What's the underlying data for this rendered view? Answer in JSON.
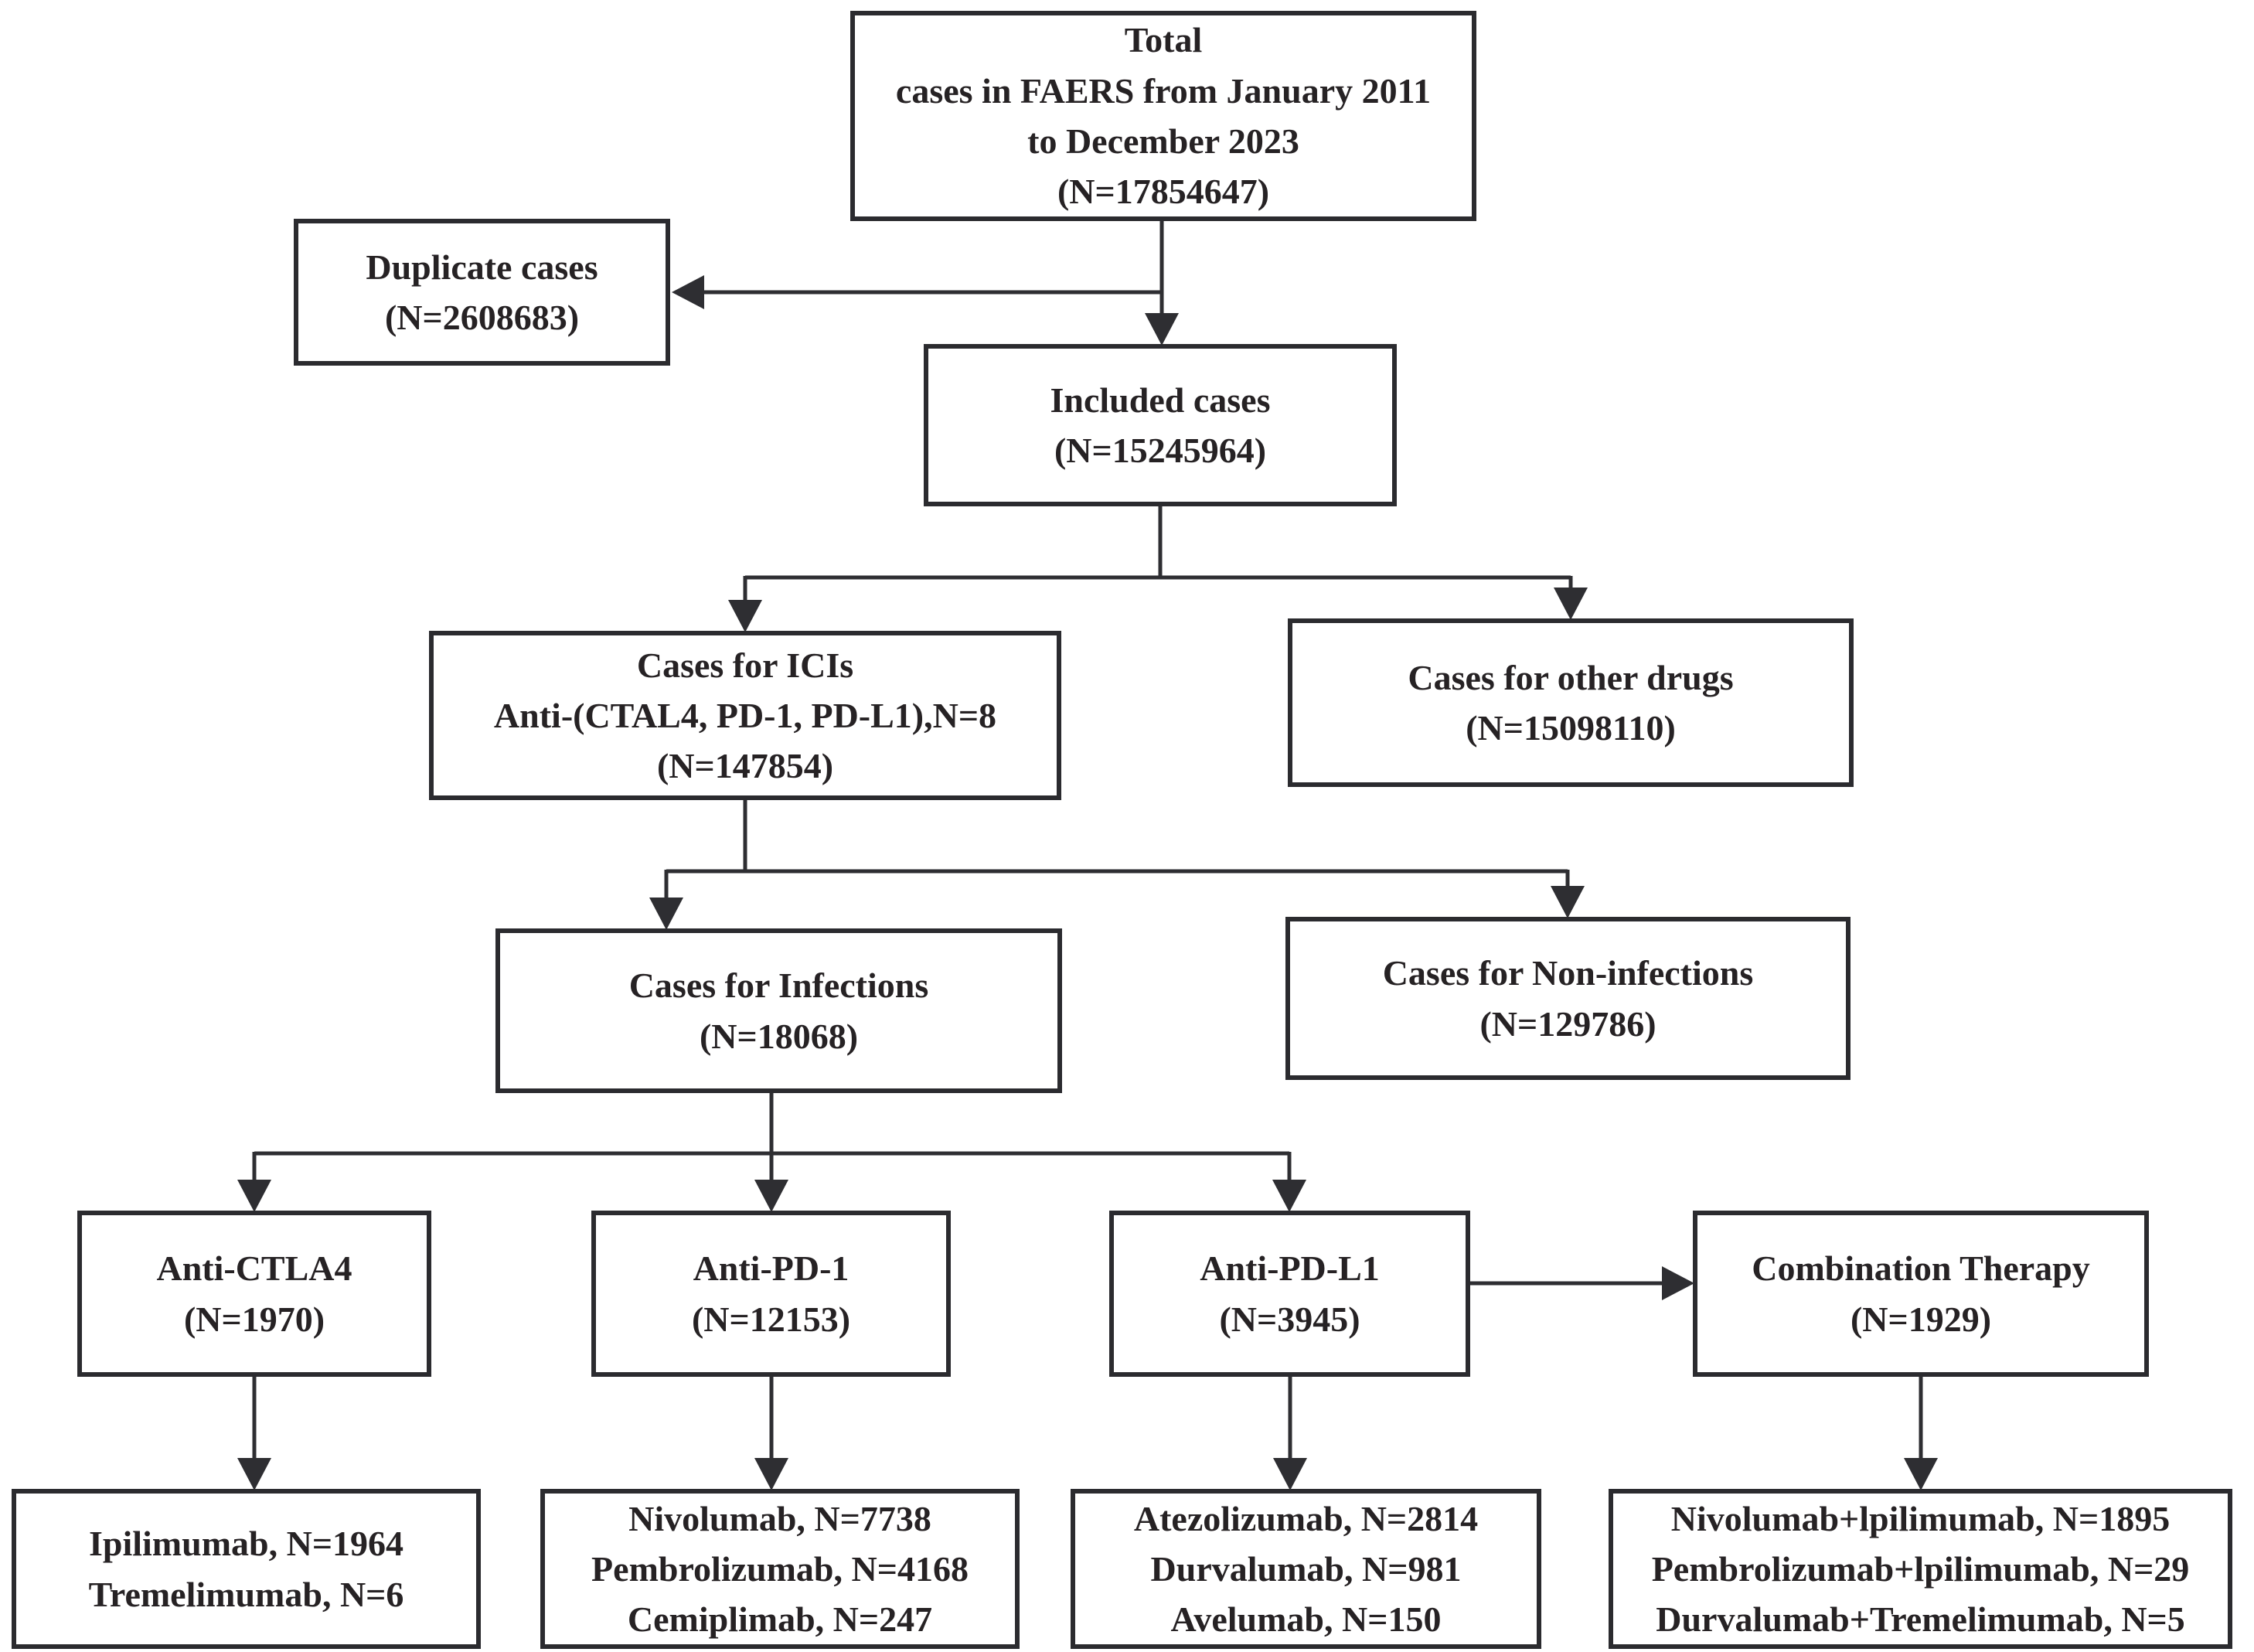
{
  "figure": {
    "type": "flowchart",
    "description": "FAERS case selection flow diagram"
  },
  "colors": {
    "background": "#ffffff",
    "box_border": "#2b2b2f",
    "text": "#262224",
    "arrow": "#2e2e32"
  },
  "nodes": {
    "total": {
      "lines": [
        "Total",
        "cases in FAERS from January 2011",
        "to December 2023",
        "(N=17854647)"
      ]
    },
    "duplicate": {
      "lines": [
        "Duplicate cases",
        "(N=2608683)"
      ]
    },
    "included": {
      "lines": [
        "Included cases",
        "(N=15245964)"
      ]
    },
    "icis": {
      "lines": [
        "Cases for ICIs",
        "Anti-(CTAL4, PD-1, PD-L1),N=8",
        "(N=147854)"
      ]
    },
    "other_drugs": {
      "lines": [
        "Cases for other drugs",
        "(N=15098110)"
      ]
    },
    "infections": {
      "lines": [
        "Cases for Infections",
        "(N=18068)"
      ]
    },
    "non_infections": {
      "lines": [
        "Cases for Non-infections",
        "(N=129786)"
      ]
    },
    "anti_ctla4": {
      "lines": [
        "Anti-CTLA4",
        "(N=1970)"
      ]
    },
    "anti_pd1": {
      "lines": [
        "Anti-PD-1",
        "(N=12153)"
      ]
    },
    "anti_pdl1": {
      "lines": [
        "Anti-PD-L1",
        "(N=3945)"
      ]
    },
    "combination": {
      "lines": [
        "Combination Therapy",
        "(N=1929)"
      ]
    },
    "ctla4_drugs": {
      "lines": [
        "Ipilimumab, N=1964",
        "Tremelimumab, N=6"
      ]
    },
    "pd1_drugs": {
      "lines": [
        "Nivolumab, N=7738",
        "Pembrolizumab, N=4168",
        "Cemiplimab, N=247"
      ]
    },
    "pdl1_drugs": {
      "lines": [
        "Atezolizumab, N=2814",
        "Durvalumab, N=981",
        "Avelumab, N=150"
      ]
    },
    "combo_drugs": {
      "lines": [
        "Nivolumab+lpilimumab, N=1895",
        "Pembrolizumab+lpilimumab, N=29",
        "Durvalumab+Tremelimumab, N=5"
      ]
    }
  }
}
